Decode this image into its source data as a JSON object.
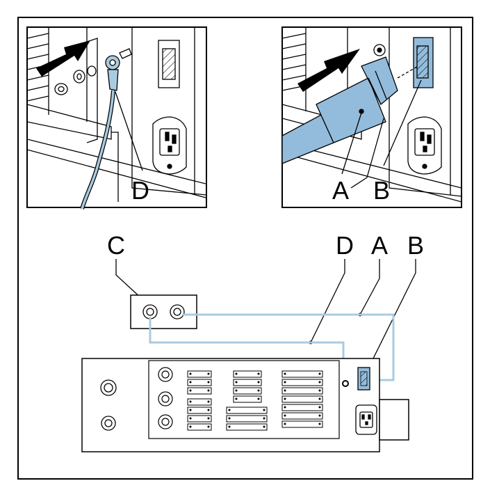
{
  "labels": {
    "a": "A",
    "b": "B",
    "c": "C",
    "d": "D"
  },
  "colors": {
    "cable": "#a9cbe0",
    "cable_fill": "#93bcdc",
    "line": "#000000"
  },
  "icons": [
    "ground-screw-icon",
    "lan-connector-icon",
    "iec-power-socket-icon",
    "arrow-icon"
  ]
}
